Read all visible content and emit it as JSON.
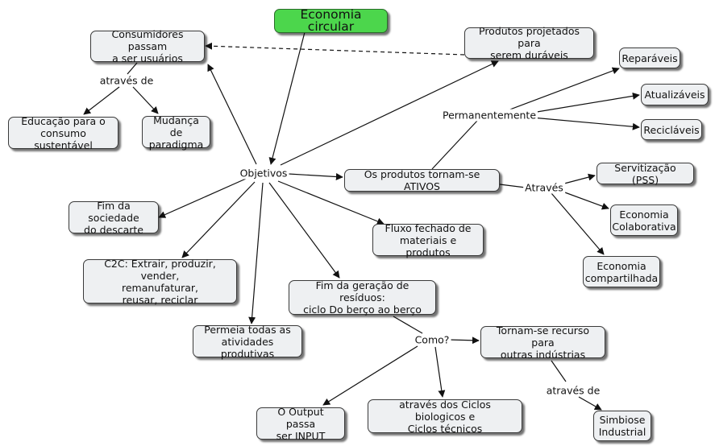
{
  "concept_map": {
    "nodes": {
      "economia_circular": "Economia circular",
      "consumidores": "Consumidores passam\na ser usuários",
      "produtos_projetados": "Produtos projetados para\nserem duráveis",
      "reparaveis": "Reparáveis",
      "atualizaveis": "Atualizáveis",
      "reciclaveis": "Recicláveis",
      "educacao": "Educação para o\nconsumo sustentável",
      "mudanca": "Mudança de\nparadigma",
      "fim_sociedade": "Fim da sociedade\ndo descarte",
      "produtos_ativos": "Os produtos tornam-se ATIVOS",
      "servitizacao": "Servitização (PSS)",
      "economia_colaborativa": "Economia\nColaborativa",
      "economia_compartilhada": "Economia\ncompartilhada",
      "fluxo_fechado": "Fluxo fechado de\nmateriais e produtos",
      "c2c": "C2C: Extrair, produzir, vender,\nremanufaturar,\nreusar, reciclar",
      "fim_geracao": "Fim da geração de resíduos:\nciclo Do berço ao berço",
      "permeia": "Permeia todas as\natividades produtivas",
      "tornam_recurso": "Tornam-se recurso para\noutras indústrias",
      "output": "O Output passa\nser INPUT",
      "ciclos": "através dos Ciclos biologicos e\nCiclos técnicos",
      "simbiose": "Simbiose\nIndustrial"
    },
    "linking_phrases": {
      "objetivos": "Objetivos",
      "atraves_de_1": "através de",
      "permanentemente": "Permanentemente",
      "atraves": "Através",
      "como": "Como?",
      "atraves_de_2": "através de"
    }
  }
}
